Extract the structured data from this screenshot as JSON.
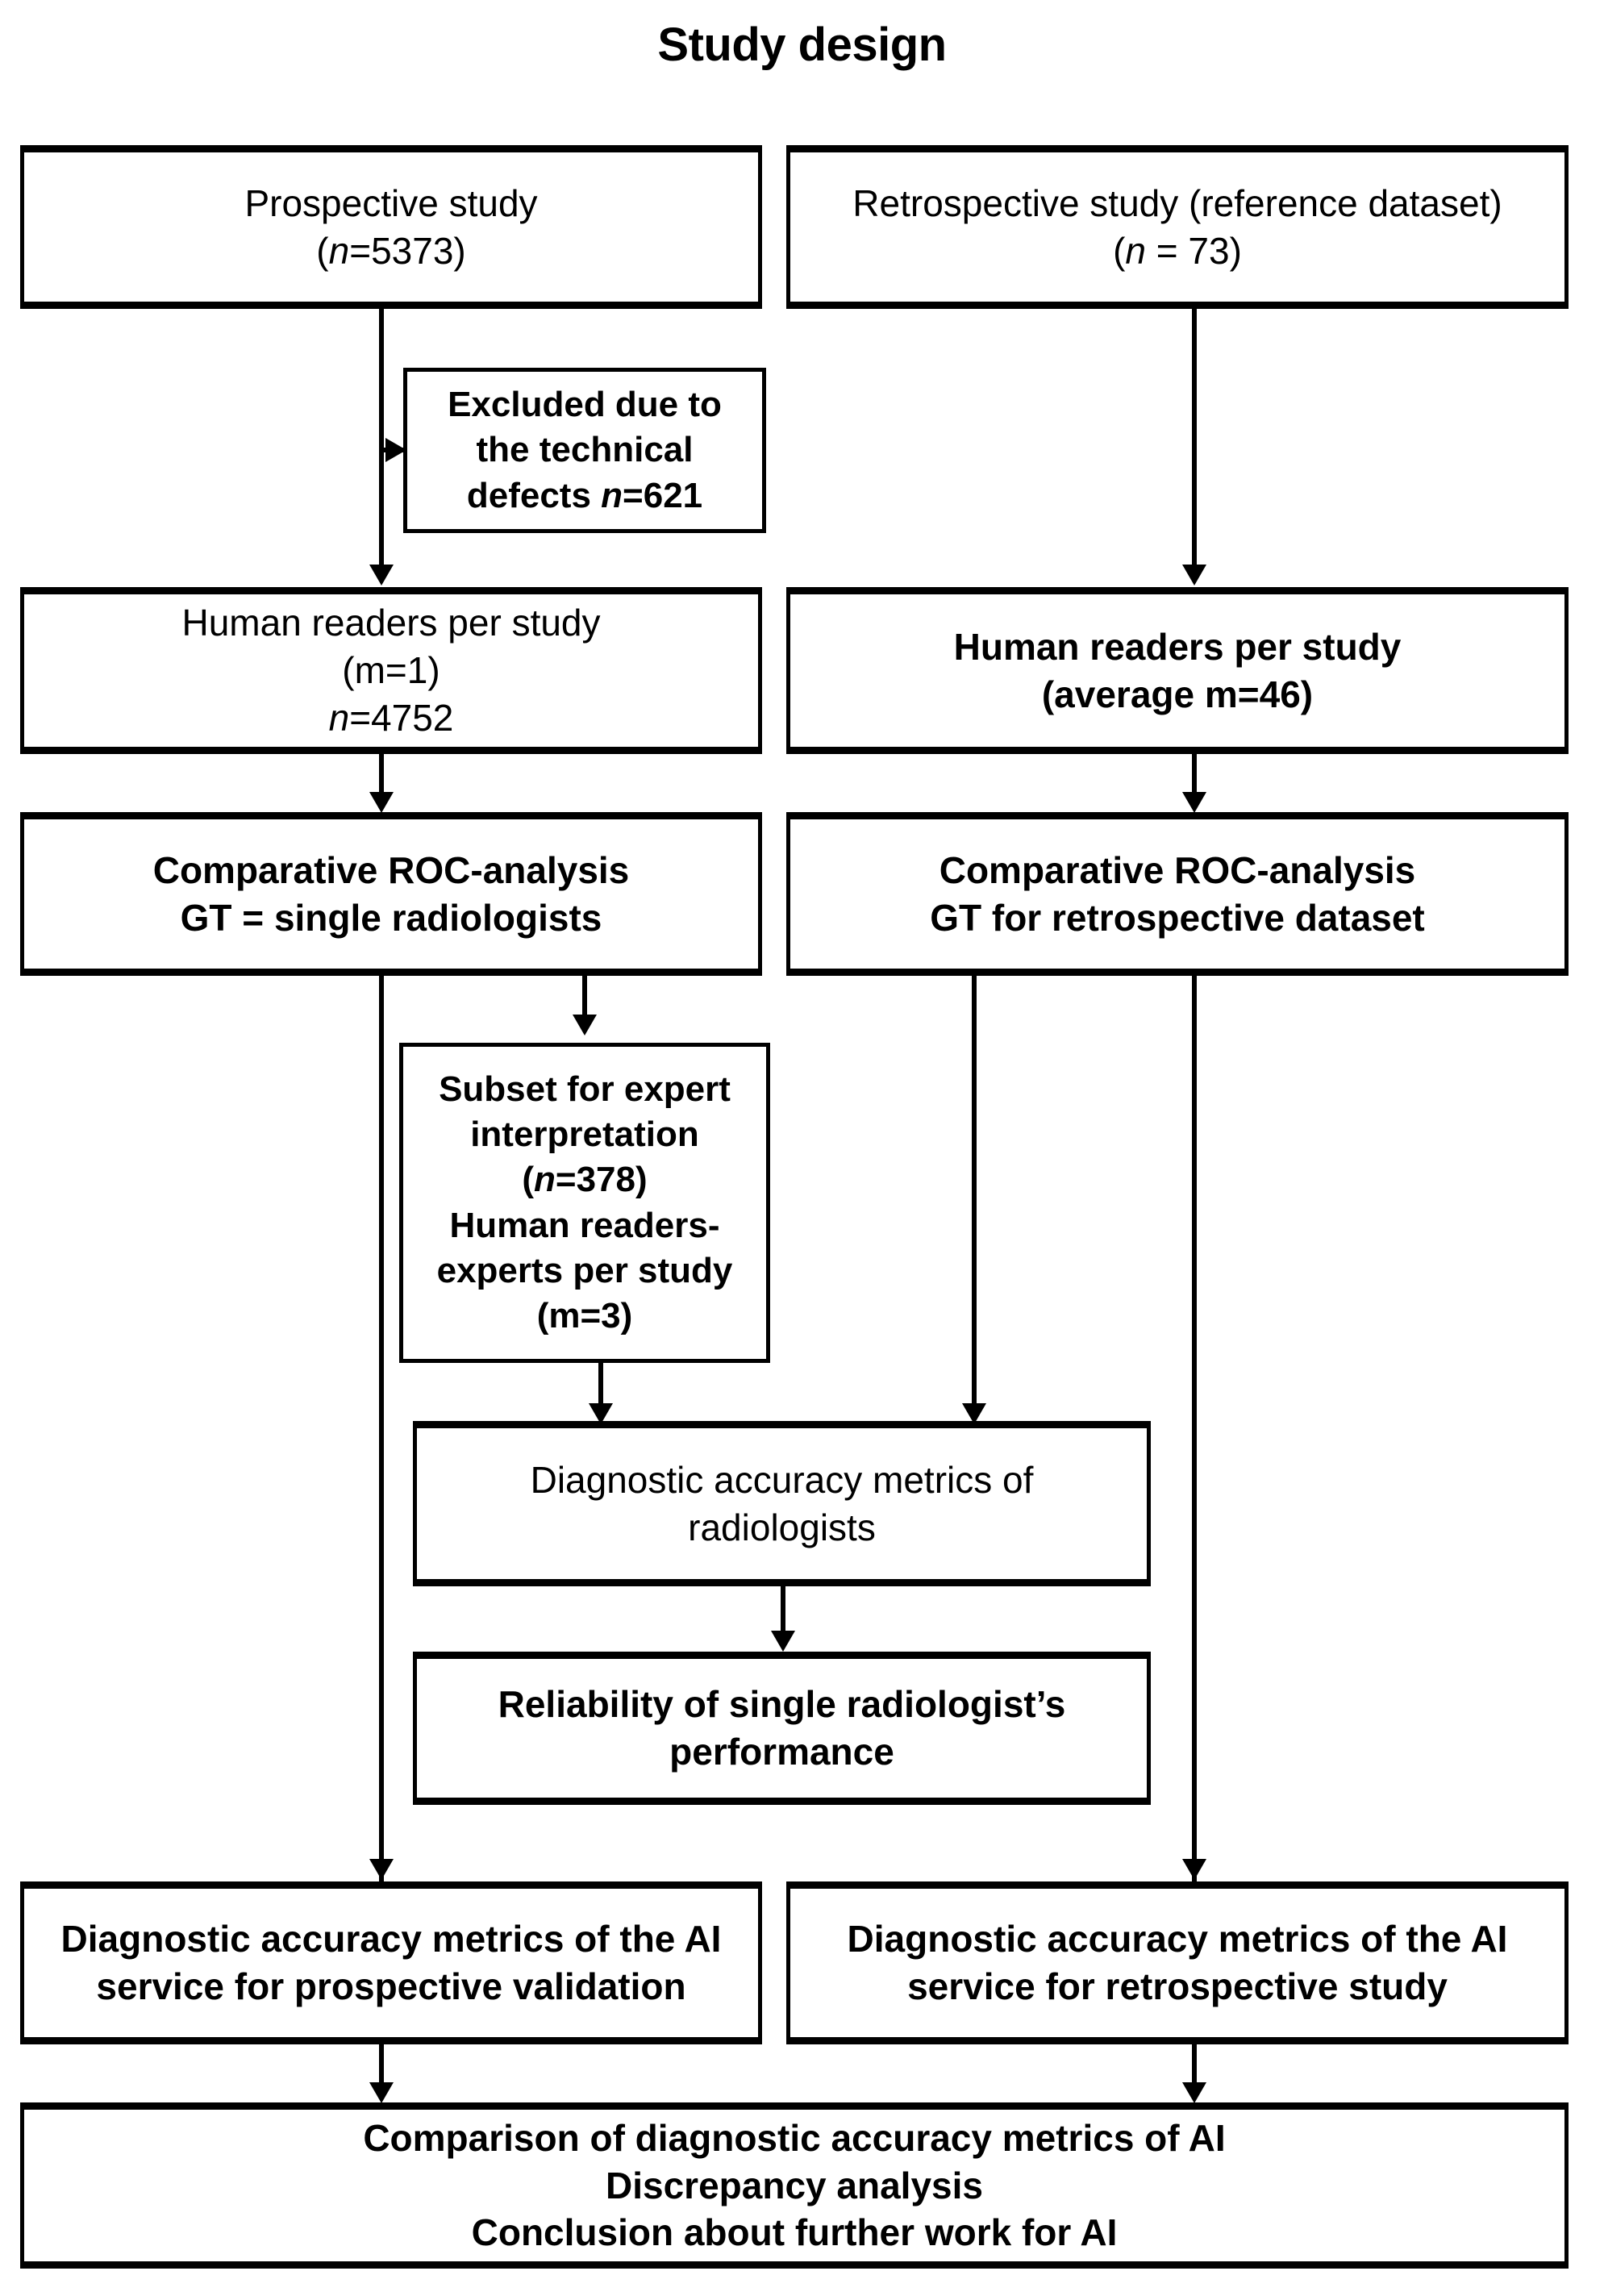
{
  "title": "Study design",
  "nodes": {
    "prospective": {
      "lines": [
        "Prospective study",
        "(n=5373)"
      ],
      "italic_parts": [
        "",
        "n"
      ]
    },
    "retrospective": {
      "lines": [
        "Retrospective study (reference dataset)",
        "(n = 73)"
      ]
    },
    "excluded": {
      "lines": [
        "Excluded due to",
        "the technical",
        "defects n=621"
      ]
    },
    "readers_left": {
      "lines": [
        "Human readers per study",
        "(m=1)",
        "n=4752"
      ]
    },
    "readers_right": {
      "lines": [
        "Human readers per study",
        "(average m=46)"
      ]
    },
    "roc_left": {
      "lines": [
        "Comparative ROC-analysis",
        "GT = single radiologists"
      ]
    },
    "roc_right": {
      "lines": [
        "Comparative ROC-analysis",
        "GT for retrospective dataset"
      ]
    },
    "subset": {
      "lines": [
        "Subset for expert",
        "interpretation",
        "(n=378)",
        "Human readers-",
        "experts per study",
        "(m=3)"
      ]
    },
    "diag_radiologists": {
      "lines": [
        "Diagnostic accuracy metrics of",
        "radiologists"
      ]
    },
    "reliability": {
      "lines": [
        "Reliability of single radiologist’s",
        "performance"
      ]
    },
    "ai_prospective": {
      "lines": [
        "Diagnostic accuracy metrics of the AI",
        "service for prospective validation"
      ]
    },
    "ai_retrospective": {
      "lines": [
        "Diagnostic accuracy metrics of the AI",
        "service for retrospective study"
      ]
    },
    "conclusion": {
      "lines": [
        "Comparison of diagnostic accuracy metrics of AI",
        "Discrepancy analysis",
        "Conclusion about further work for AI"
      ]
    }
  },
  "colors": {
    "stroke": "#000000",
    "background": "#ffffff",
    "text": "#000000"
  }
}
